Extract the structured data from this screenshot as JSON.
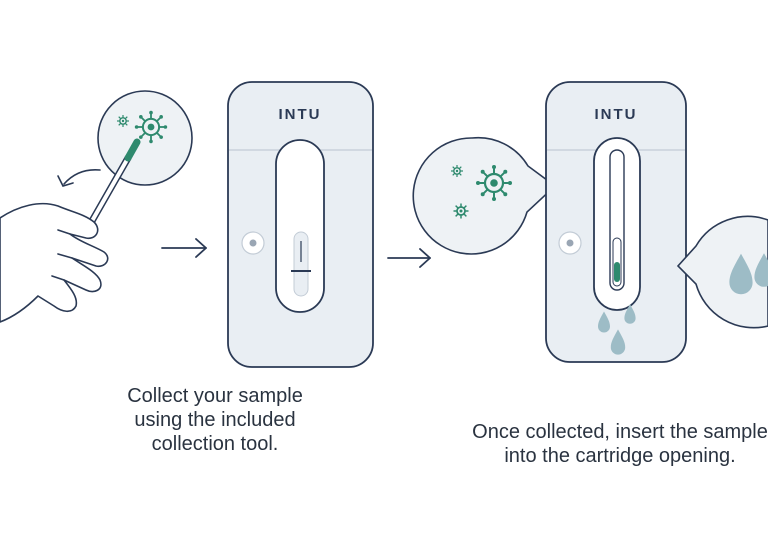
{
  "brand": {
    "logo_text": "INTU"
  },
  "steps": [
    {
      "caption_lines": [
        "Collect your sample",
        "using the included",
        "collection tool."
      ]
    },
    {
      "caption_lines": [
        "Once collected, insert the sample",
        "into the cartridge opening."
      ]
    }
  ],
  "icons": {
    "virus": "virus-icon",
    "hand": "hand-icon",
    "swab": "swab-icon",
    "arrow": "arrow-right-icon",
    "drop": "water-drop-icon"
  },
  "colors": {
    "outline": "#2b3a55",
    "cartridge_fill": "#e9eef3",
    "bubble_fill": "#eef2f5",
    "accent": "#2e8a6e",
    "drop": "#9dbcc6"
  }
}
